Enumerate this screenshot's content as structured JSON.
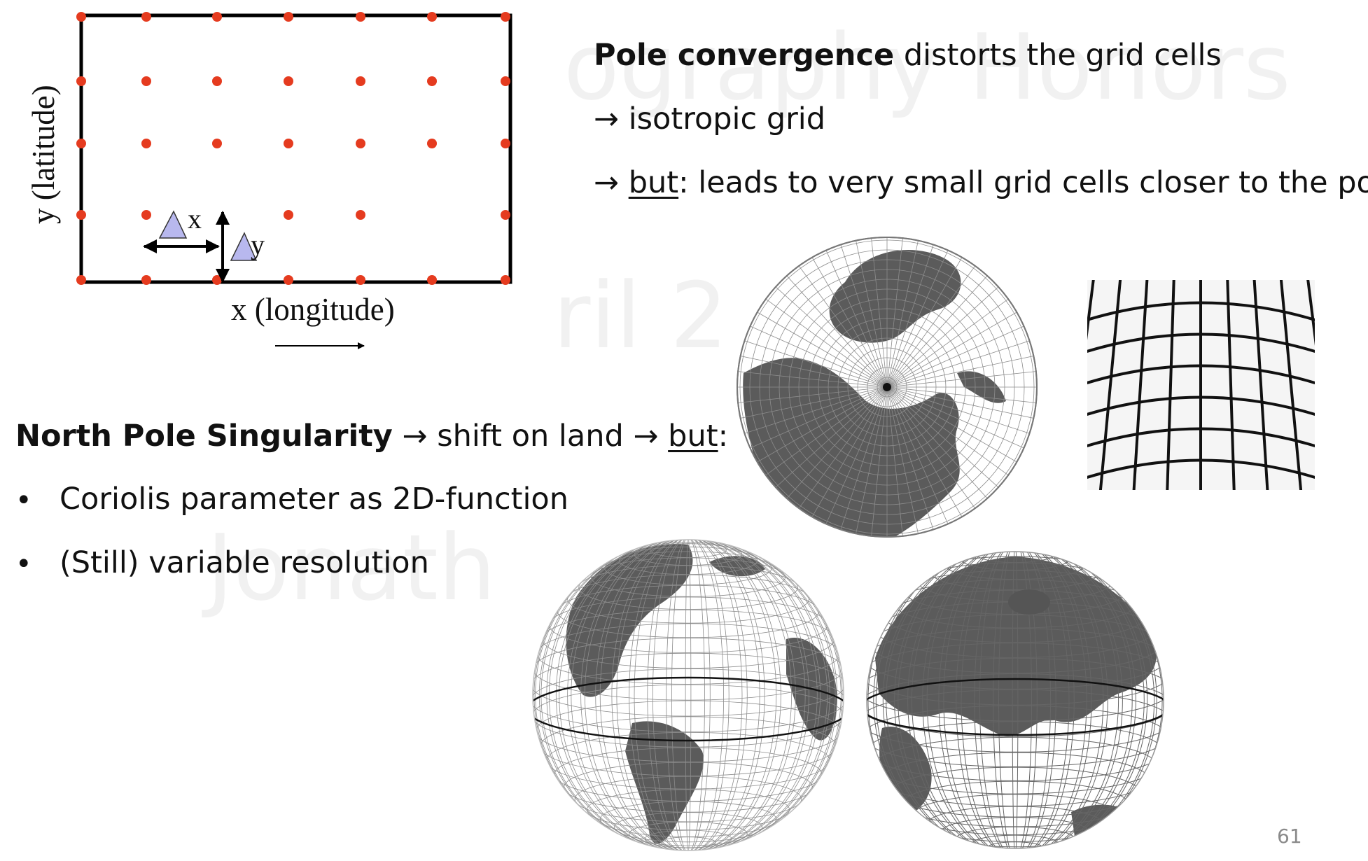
{
  "watermark": {
    "line1": "ography Honors",
    "line2": "ril 2",
    "line3": "Jonath"
  },
  "grid_diagram": {
    "ylabel": "y (latitude)",
    "xlabel": "x (longitude)",
    "dx_label": "x",
    "dy_label": "y"
  },
  "pole_convergence": {
    "title_bold": "Pole convergence",
    "title_rest": " distorts the grid cells",
    "arrow": "→",
    "line2": "isotropic grid",
    "line3_u": "but",
    "line3_rest": ": leads to very small grid cells closer to the pole"
  },
  "north_pole": {
    "title_bold": "North Pole Singularity",
    "arrow": "→",
    "mid": "shift on land",
    "u": "but",
    "colon": ":",
    "bullet_char": "•",
    "bullets": [
      "Coriolis parameter as 2D-function",
      "(Still) variable resolution"
    ]
  },
  "page_number": "61",
  "colors": {
    "grid_dot": "#e53b1f",
    "triangle": "#b8b8ee",
    "land": "#5b5b5b",
    "gridline": "#8c8c8c"
  }
}
